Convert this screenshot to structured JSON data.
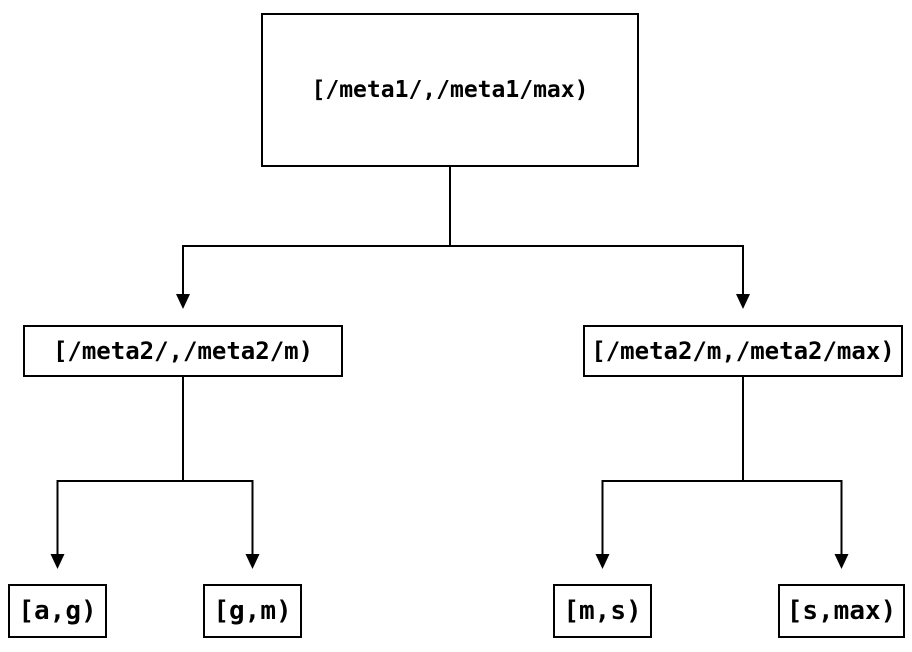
{
  "page": {
    "background": "#ffffff"
  },
  "diagram": {
    "type": "tree",
    "line_color": "#000000",
    "box_border_color": "#000000",
    "box_fill_color": "#ffffff",
    "text_color": "#000000",
    "nodes": {
      "root": {
        "label": "[/meta1/,/meta1/max)",
        "level": 0
      },
      "meta2_low": {
        "label": "[/meta2/,/meta2/m)",
        "level": 1
      },
      "meta2_high": {
        "label": "[/meta2/m,/meta2/max)",
        "level": 1
      },
      "leaf_ag": {
        "label": "[a,g)",
        "level": 2
      },
      "leaf_gm": {
        "label": "[g,m)",
        "level": 2
      },
      "leaf_ms": {
        "label": "[m,s)",
        "level": 2
      },
      "leaf_smax": {
        "label": "[s,max)",
        "level": 2
      }
    },
    "edges": [
      {
        "from": "root",
        "to": "meta2_low"
      },
      {
        "from": "root",
        "to": "meta2_high"
      },
      {
        "from": "meta2_low",
        "to": "leaf_ag"
      },
      {
        "from": "meta2_low",
        "to": "leaf_gm"
      },
      {
        "from": "meta2_high",
        "to": "leaf_ms"
      },
      {
        "from": "meta2_high",
        "to": "leaf_smax"
      }
    ]
  }
}
